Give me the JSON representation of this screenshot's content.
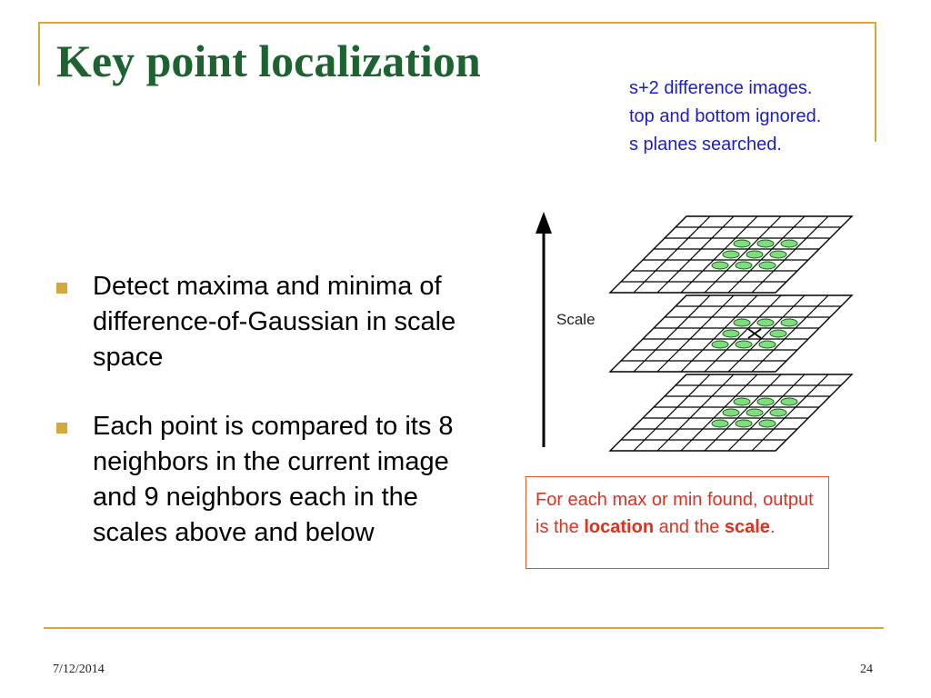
{
  "slide": {
    "title": "Key point localization",
    "notes": [
      "s+2 difference images.",
      "top and bottom ignored.",
      "s planes searched."
    ],
    "bullets": [
      "Detect maxima and minima of difference-of-Gaussian in scale space",
      "Each point is compared to its 8 neighbors in the current image and 9 neighbors each in the scales above and below"
    ],
    "diagram": {
      "axis_label": "Scale",
      "marker_color": "#7fdc7f"
    },
    "callout": {
      "text_before": "For each max or min found, output is the ",
      "location": "location",
      "text_middle": " and the ",
      "scale": "scale",
      "text_after": "."
    },
    "footer": {
      "date": "7/12/2014",
      "page": "24"
    },
    "colors": {
      "title": "#1d6331",
      "accent": "#d4a83a",
      "note": "#1c1ccf",
      "callout": "#e0301e"
    }
  }
}
